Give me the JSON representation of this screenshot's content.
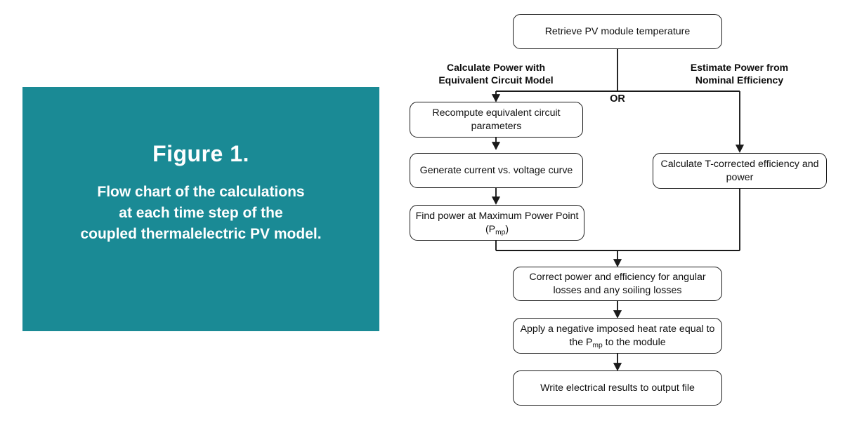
{
  "caption_panel": {
    "background_color": "#1a8a95",
    "text_color": "#ffffff",
    "title": "Figure 1.",
    "caption_lines": [
      "Flow chart of the calculations",
      "at each time step of the",
      "coupled thermalelectric PV model."
    ]
  },
  "flowchart": {
    "start_node": {
      "label": "Retrieve PV module temperature"
    },
    "branch_labels": {
      "left_line1": "Calculate Power with",
      "left_line2": "Equivalent Circuit Model",
      "right_line1": "Estimate Power from",
      "right_line2": "Nominal Efficiency",
      "connector": "OR"
    },
    "left_branch_nodes": [
      {
        "label_line1": "Recompute equivalent circuit",
        "label_line2": "parameters"
      },
      {
        "label_line1": "Generate current vs. voltage curve",
        "label_line2": ""
      },
      {
        "label_line1": "Find power at Maximum Power Point",
        "label_prefix2": "(P",
        "label_sub2": "mp",
        "label_suffix2": ")"
      }
    ],
    "right_branch_nodes": [
      {
        "label_line1": "Calculate T-corrected efficiency and",
        "label_line2": "power"
      }
    ],
    "merged_nodes": [
      {
        "label_line1": "Correct power and efficiency for angular",
        "label_line2": "losses and any soiling losses"
      },
      {
        "label_line1": "Apply a negative imposed heat rate equal to",
        "label_prefix2": "the P",
        "label_sub2": "mp",
        "label_suffix2": " to the module"
      },
      {
        "label_line1": "Write electrical results to output file",
        "label_line2": ""
      }
    ],
    "line_color": "#1a1a1a",
    "node_fill": "#ffffff"
  }
}
